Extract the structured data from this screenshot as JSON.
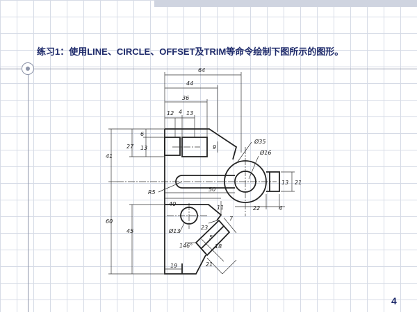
{
  "slide": {
    "title": "练习1：使用LINE、CIRCLE、OFFSET及TRIM等命令绘制下图所示的图形。",
    "page_number": "4"
  },
  "drawing": {
    "dimensions": {
      "d64": "64",
      "d44": "44",
      "d36": "36",
      "d12": "12",
      "d4a": "4",
      "d13a": "13",
      "d6": "6",
      "d13b": "13",
      "d27": "27",
      "d41": "41",
      "d9": "9",
      "d_phi35": "Ø35",
      "d_phi16": "Ø16",
      "d_r5": "R5",
      "d50": "50",
      "d13c": "13",
      "d21": "21",
      "d40": "40",
      "d22": "22",
      "d4b": "4",
      "d11": "11",
      "d60": "60",
      "d45": "45",
      "d_phi13": "Ø13",
      "d23": "23",
      "d7": "7",
      "d146": "146°",
      "d5": "5",
      "d18": "18",
      "d19": "19",
      "d21b": "21"
    }
  }
}
